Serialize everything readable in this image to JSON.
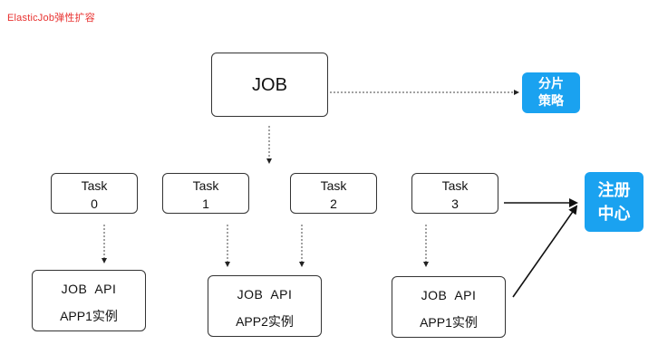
{
  "title": "ElasticJob弹性扩容",
  "job": {
    "label": "JOB"
  },
  "strategy": {
    "line1": "分片",
    "line2": "策略"
  },
  "registry": {
    "line1": "注册",
    "line2": "中心"
  },
  "tasks": [
    {
      "name": "Task",
      "index": "0"
    },
    {
      "name": "Task",
      "index": "1"
    },
    {
      "name": "Task",
      "index": "2"
    },
    {
      "name": "Task",
      "index": "3"
    }
  ],
  "apps": [
    {
      "api": "JOB  API",
      "instance": "APP1实例"
    },
    {
      "api": "JOB  API",
      "instance": "APP2实例"
    },
    {
      "api": "JOB  API",
      "instance": "APP1实例"
    }
  ],
  "colors": {
    "title": "#e8312f",
    "accent": "#1aa2f0",
    "border": "#333333"
  }
}
